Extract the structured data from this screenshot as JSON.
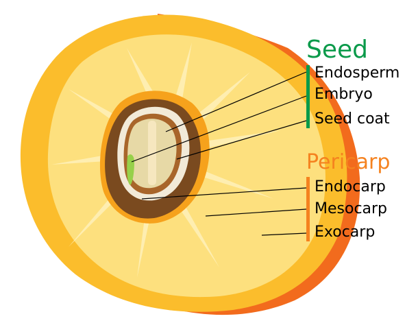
{
  "groups": {
    "seed": {
      "title": "Seed",
      "color": "#0a9a4a",
      "parts": [
        "Endosperm",
        "Embryo",
        "Seed coat"
      ]
    },
    "pericarp": {
      "title": "Pericarp",
      "color": "#f5821f",
      "parts": [
        "Endocarp",
        "Mesocarp",
        "Exocarp"
      ]
    }
  },
  "colors": {
    "exocarp": "#f26b1d",
    "mesocarp_outer": "#fbbd2c",
    "mesocarp_inner": "#fde07e",
    "endocarp_light": "#f2ead8",
    "endocarp_dark": "#7a4a1f",
    "seed_coat": "#a8652a",
    "endosperm": "#e7d9a6",
    "embryo": "#97d04a",
    "leader": "#000000"
  }
}
